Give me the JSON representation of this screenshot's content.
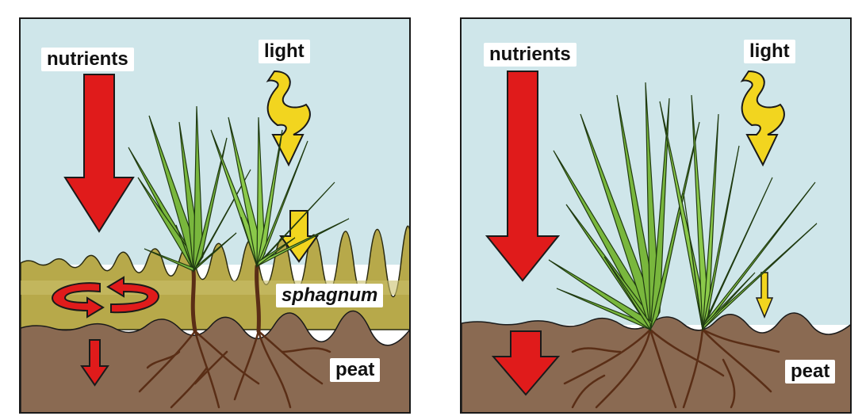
{
  "left_panel": {
    "labels": {
      "nutrients": "nutrients",
      "light": "light",
      "sphagnum": "sphagnum",
      "peat": "peat"
    }
  },
  "right_panel": {
    "labels": {
      "nutrients": "nutrients",
      "light": "light",
      "peat": "peat"
    }
  },
  "colors": {
    "sky": "#cfe6ea",
    "moss": "#b7a94a",
    "peat": "#8a6a52",
    "nutrient_arrow": "#e01b1b",
    "light_arrow": "#f2d51f",
    "grass": "#79b73d",
    "roots": "#5a2e16"
  }
}
